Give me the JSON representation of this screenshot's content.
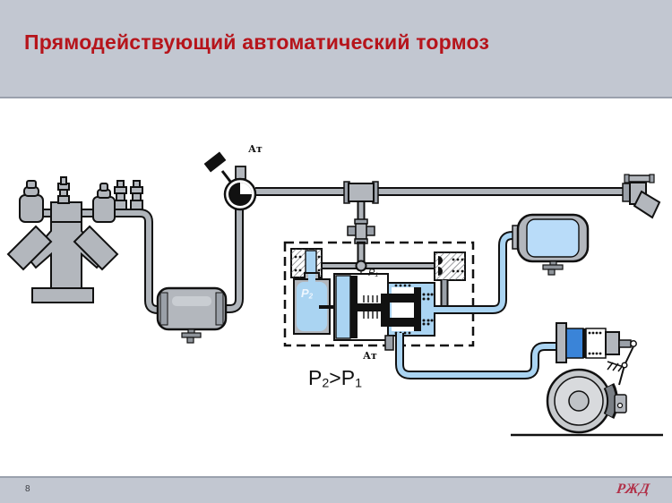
{
  "slide": {
    "title": "Прямодействующий автоматический тормоз",
    "page_number": "8",
    "logo_text": "РЖД"
  },
  "diagram": {
    "labels": {
      "at_top": "Ат",
      "at_bottom": "Ат",
      "p1": {
        "base": "P",
        "sub": "1"
      },
      "p2": {
        "base": "P",
        "sub": "2"
      },
      "formula": {
        "lhs_base": "P",
        "lhs_sub": "2",
        "op": ">",
        "rhs_base": "P",
        "rhs_sub": "1"
      }
    },
    "colors": {
      "header_bg": "#c2c7d1",
      "title_red": "#b6141b",
      "logo_red": "#b13048",
      "pipe_gray": "#b0b5bb",
      "machine_gray": "#b3b7bd",
      "air_blue": "#aad4f2",
      "reservoir_blue": "#b9dcf9",
      "cylinder_blue": "#3a84d8"
    }
  }
}
